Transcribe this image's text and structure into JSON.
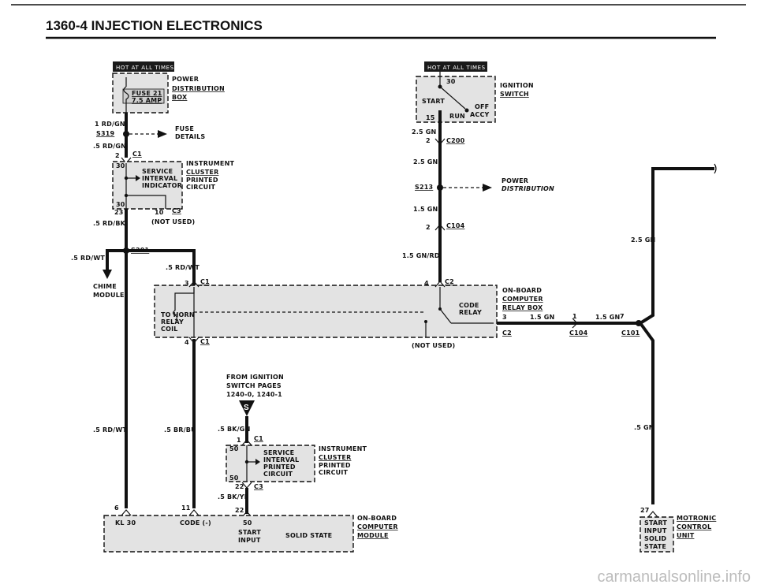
{
  "header": {
    "title": "1360-4 INJECTION ELECTRONICS"
  },
  "hot_tags": [
    "HOT AT ALL TIMES",
    "HOT AT ALL TIMES"
  ],
  "fuse_box": {
    "fuse": "FUSE 21",
    "amp": "7.5 AMP",
    "name1": "POWER",
    "name2": "DISTRIBUTION",
    "name3": "BOX"
  },
  "fuse_details": {
    "label1": "FUSE",
    "label2": "DETAILS"
  },
  "left_wires": {
    "w1": "1 RD/GN",
    "s319": "S319",
    "w2": ".5 RD/GN",
    "c1_pin": "2",
    "c1": "C1",
    "w3": ".5 RD/BK",
    "pin23": "23",
    "pin10": "10",
    "c3": "C3",
    "not_used": "(NOT USED)",
    "w4": ".5 RD/WT",
    "s201": "S201",
    "w5": ".5 RD/WT"
  },
  "cluster1": {
    "pin30a": "30",
    "service": "SERVICE",
    "interval": "INTERVAL",
    "indicator": "INDICATOR",
    "pin30b": "30",
    "name1": "INSTRUMENT",
    "name2": "CLUSTER",
    "name3": "PRINTED",
    "name4": "CIRCUIT"
  },
  "chime": {
    "label1": "CHIME",
    "label2": "MODULE"
  },
  "ignition": {
    "pin30": "30",
    "start": "START",
    "off": "OFF",
    "run": "RUN",
    "acc": "ACCY",
    "pin15": "15",
    "name1": "IGNITION",
    "name2": "SWITCH"
  },
  "center_wires": {
    "w1": "2.5 GN",
    "c200_pin": "2",
    "c200": "C200",
    "w2": "2.5 GN",
    "s213": "S213",
    "pd1": "POWER",
    "pd2": "DISTRIBUTION",
    "w3": "1.5 GN",
    "c104_pin": "2",
    "c104": "C104",
    "w4": "1.5 GN/RD"
  },
  "relay_box": {
    "pin3": "3",
    "c1": "C1",
    "horn1": "TO HORN",
    "horn2": "RELAY",
    "horn3": "COIL",
    "pin4": "4",
    "c1b": "C1",
    "pin4b": "4",
    "c2": "C2",
    "code1": "CODE",
    "code2": "RELAY",
    "pin3b": "3",
    "c2b": "C2",
    "not_used": "(NOT USED)",
    "name1": "ON-BOARD",
    "name2": "COMPUTER",
    "name3": "RELAY BOX"
  },
  "right_wires": {
    "w1": "1.5 GN",
    "pin1": "1",
    "w2": "1.5 GN",
    "pin7": "7",
    "c104": "C104",
    "c101": "C101",
    "w3": "2.5 GN",
    "w4": ".5 GN"
  },
  "from_ignition": {
    "l1": "FROM IGNITION",
    "l2": "SWITCH PAGES",
    "l3": "1240-0, 1240-1",
    "s": "S"
  },
  "lower_wires": {
    "w1": ".5 RD/WT",
    "w2": ".5 BR/BU",
    "w3": ".5 BK/GN",
    "c1_pin": "1",
    "c1": "C1",
    "pin22": "22",
    "c3": "C3",
    "w4": ".5 BK/YL",
    "pin22b": "22"
  },
  "cluster2": {
    "pin50a": "50",
    "service": "SERVICE",
    "interval": "INTERVAL",
    "printed": "PRINTED",
    "circuit": "CIRCUIT",
    "pin50b": "50",
    "name1": "INSTRUMENT",
    "name2": "CLUSTER",
    "name3": "PRINTED",
    "name4": "CIRCUIT"
  },
  "obc_module": {
    "pin6": "6",
    "pin11": "11",
    "kl30": "KL 30",
    "code": "CODE (-)",
    "pin50": "50",
    "start": "START",
    "input": "INPUT",
    "solid": "SOLID STATE",
    "name1": "ON-BOARD",
    "name2": "COMPUTER",
    "name3": "MODULE"
  },
  "motronic": {
    "pin27": "27",
    "start": "START",
    "input": "INPUT",
    "solid": "SOLID",
    "state": "STATE",
    "name1": "MOTRONIC",
    "name2": "CONTROL",
    "name3": "UNIT"
  },
  "footer": {
    "watermark": "carmanualsonline.info"
  }
}
